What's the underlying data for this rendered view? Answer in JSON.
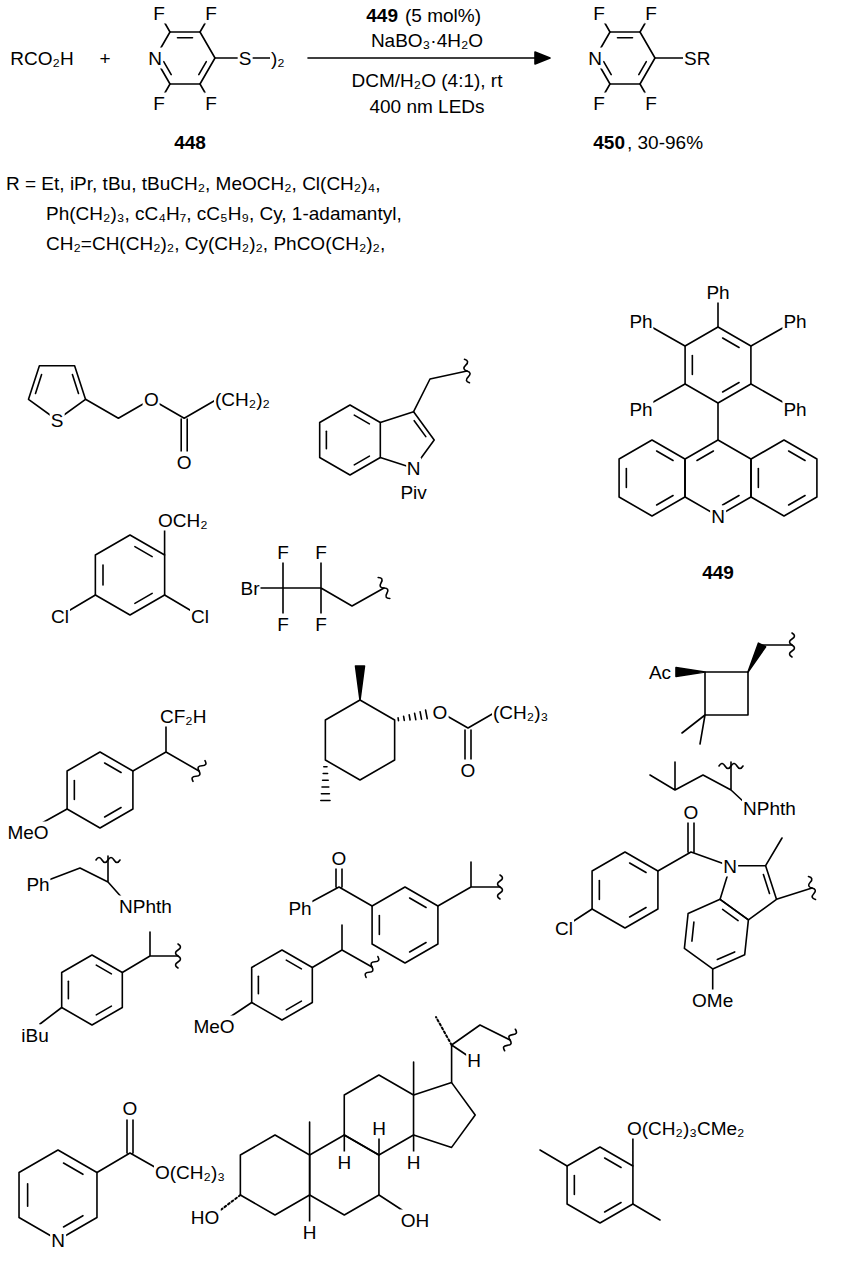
{
  "diagram": {
    "labels": [
      "RCO₂H",
      "+",
      "F",
      "F",
      "N",
      "S",
      ")₂",
      "F",
      "F",
      "448",
      "449",
      "(5 mol%)",
      "NaBO₃·4H₂O",
      "DCM/H₂O (4:1), rt",
      "400 nm LEDs",
      "F",
      "F",
      "N",
      "SR",
      "F",
      "F",
      "450",
      ", 30-96%",
      "R = Et, iPr, tBu, tBuCH₂, MeOCH₂, Cl(CH₂)₄,",
      "Ph(CH₂)₃, cC₄H₇, cC₅H₉, Cy, 1-adamantyl,",
      "CH₂=CH(CH₂)₂, Cy(CH₂)₂, PhCO(CH₂)₂,",
      "Ph",
      "Ph",
      "Ph",
      "Ph",
      "Ph",
      "N",
      "449",
      "S",
      "O",
      "(CH₂)₂",
      "O",
      "N",
      "Piv",
      "OCH₂",
      "Cl",
      "Cl",
      "F",
      "F",
      "Br",
      "F",
      "F",
      "Ac",
      "CF₂H",
      "MeO",
      "O",
      "(CH₂)₃",
      "O",
      "NPhth",
      "O",
      "Ph",
      "Ph",
      "NPhth",
      "O",
      "N",
      "Cl",
      "OMe",
      "iBu",
      "MeO",
      "H",
      "H",
      "H",
      "H",
      "HO",
      "H",
      "OH",
      "O",
      "O(CH₂)₃",
      "N",
      "O(CH₂)₃CMe₂"
    ]
  }
}
